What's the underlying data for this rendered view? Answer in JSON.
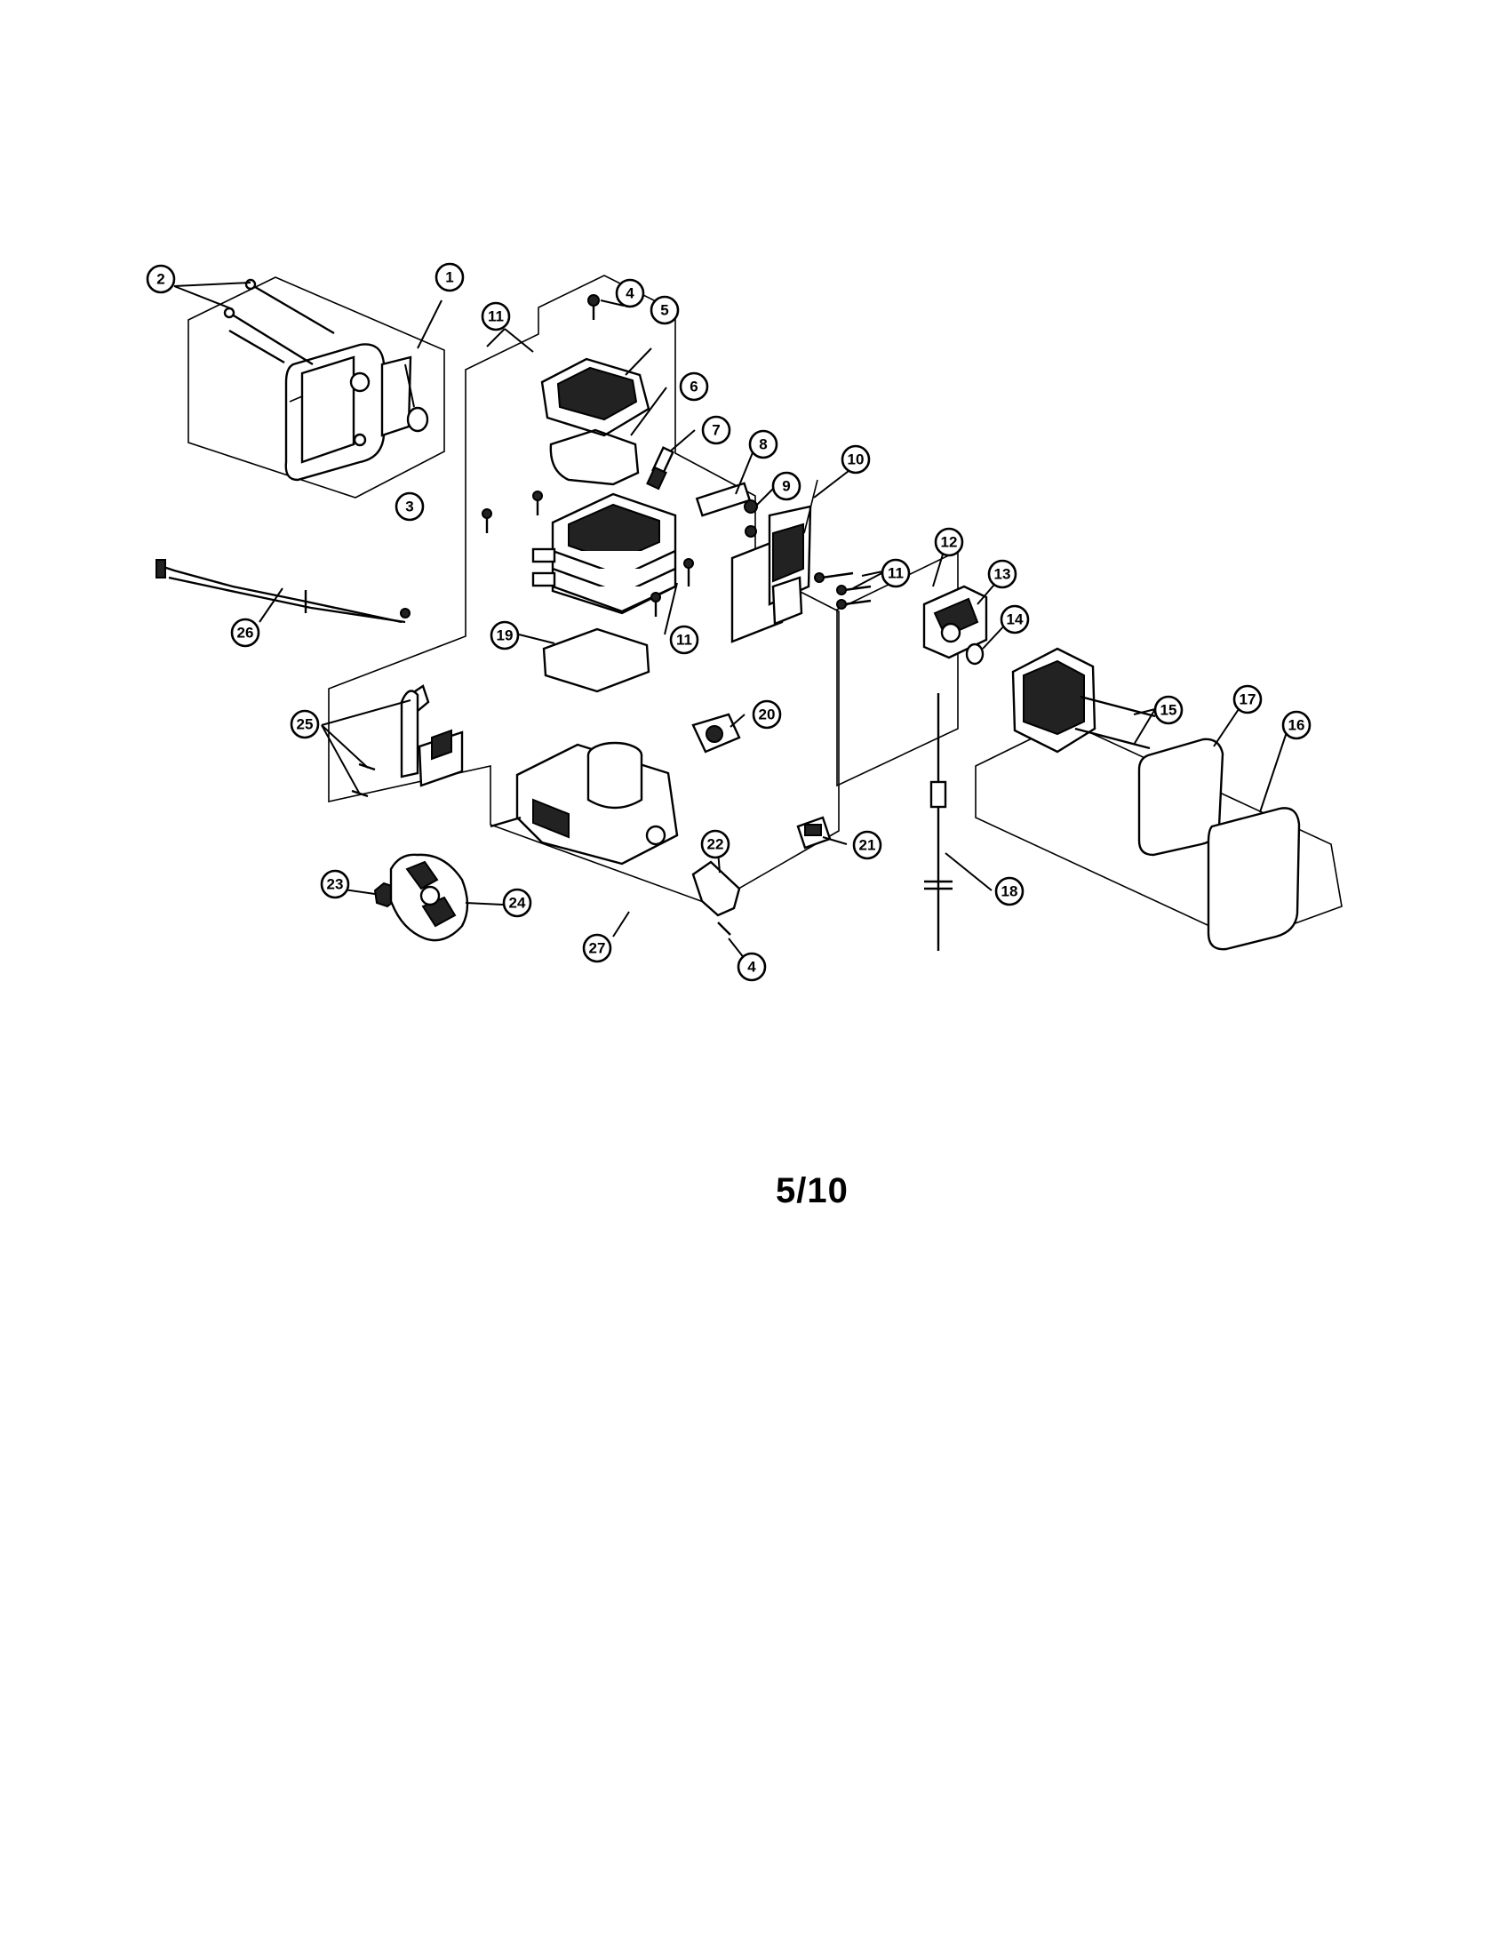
{
  "diagram": {
    "callouts": [
      "1",
      "2",
      "3",
      "4",
      "5",
      "6",
      "7",
      "8",
      "9",
      "10",
      "11",
      "11",
      "11",
      "12",
      "13",
      "14",
      "15",
      "16",
      "17",
      "18",
      "19",
      "20",
      "21",
      "22",
      "23",
      "24",
      "25",
      "26",
      "27",
      "4"
    ]
  },
  "page": {
    "number": "5/10"
  }
}
